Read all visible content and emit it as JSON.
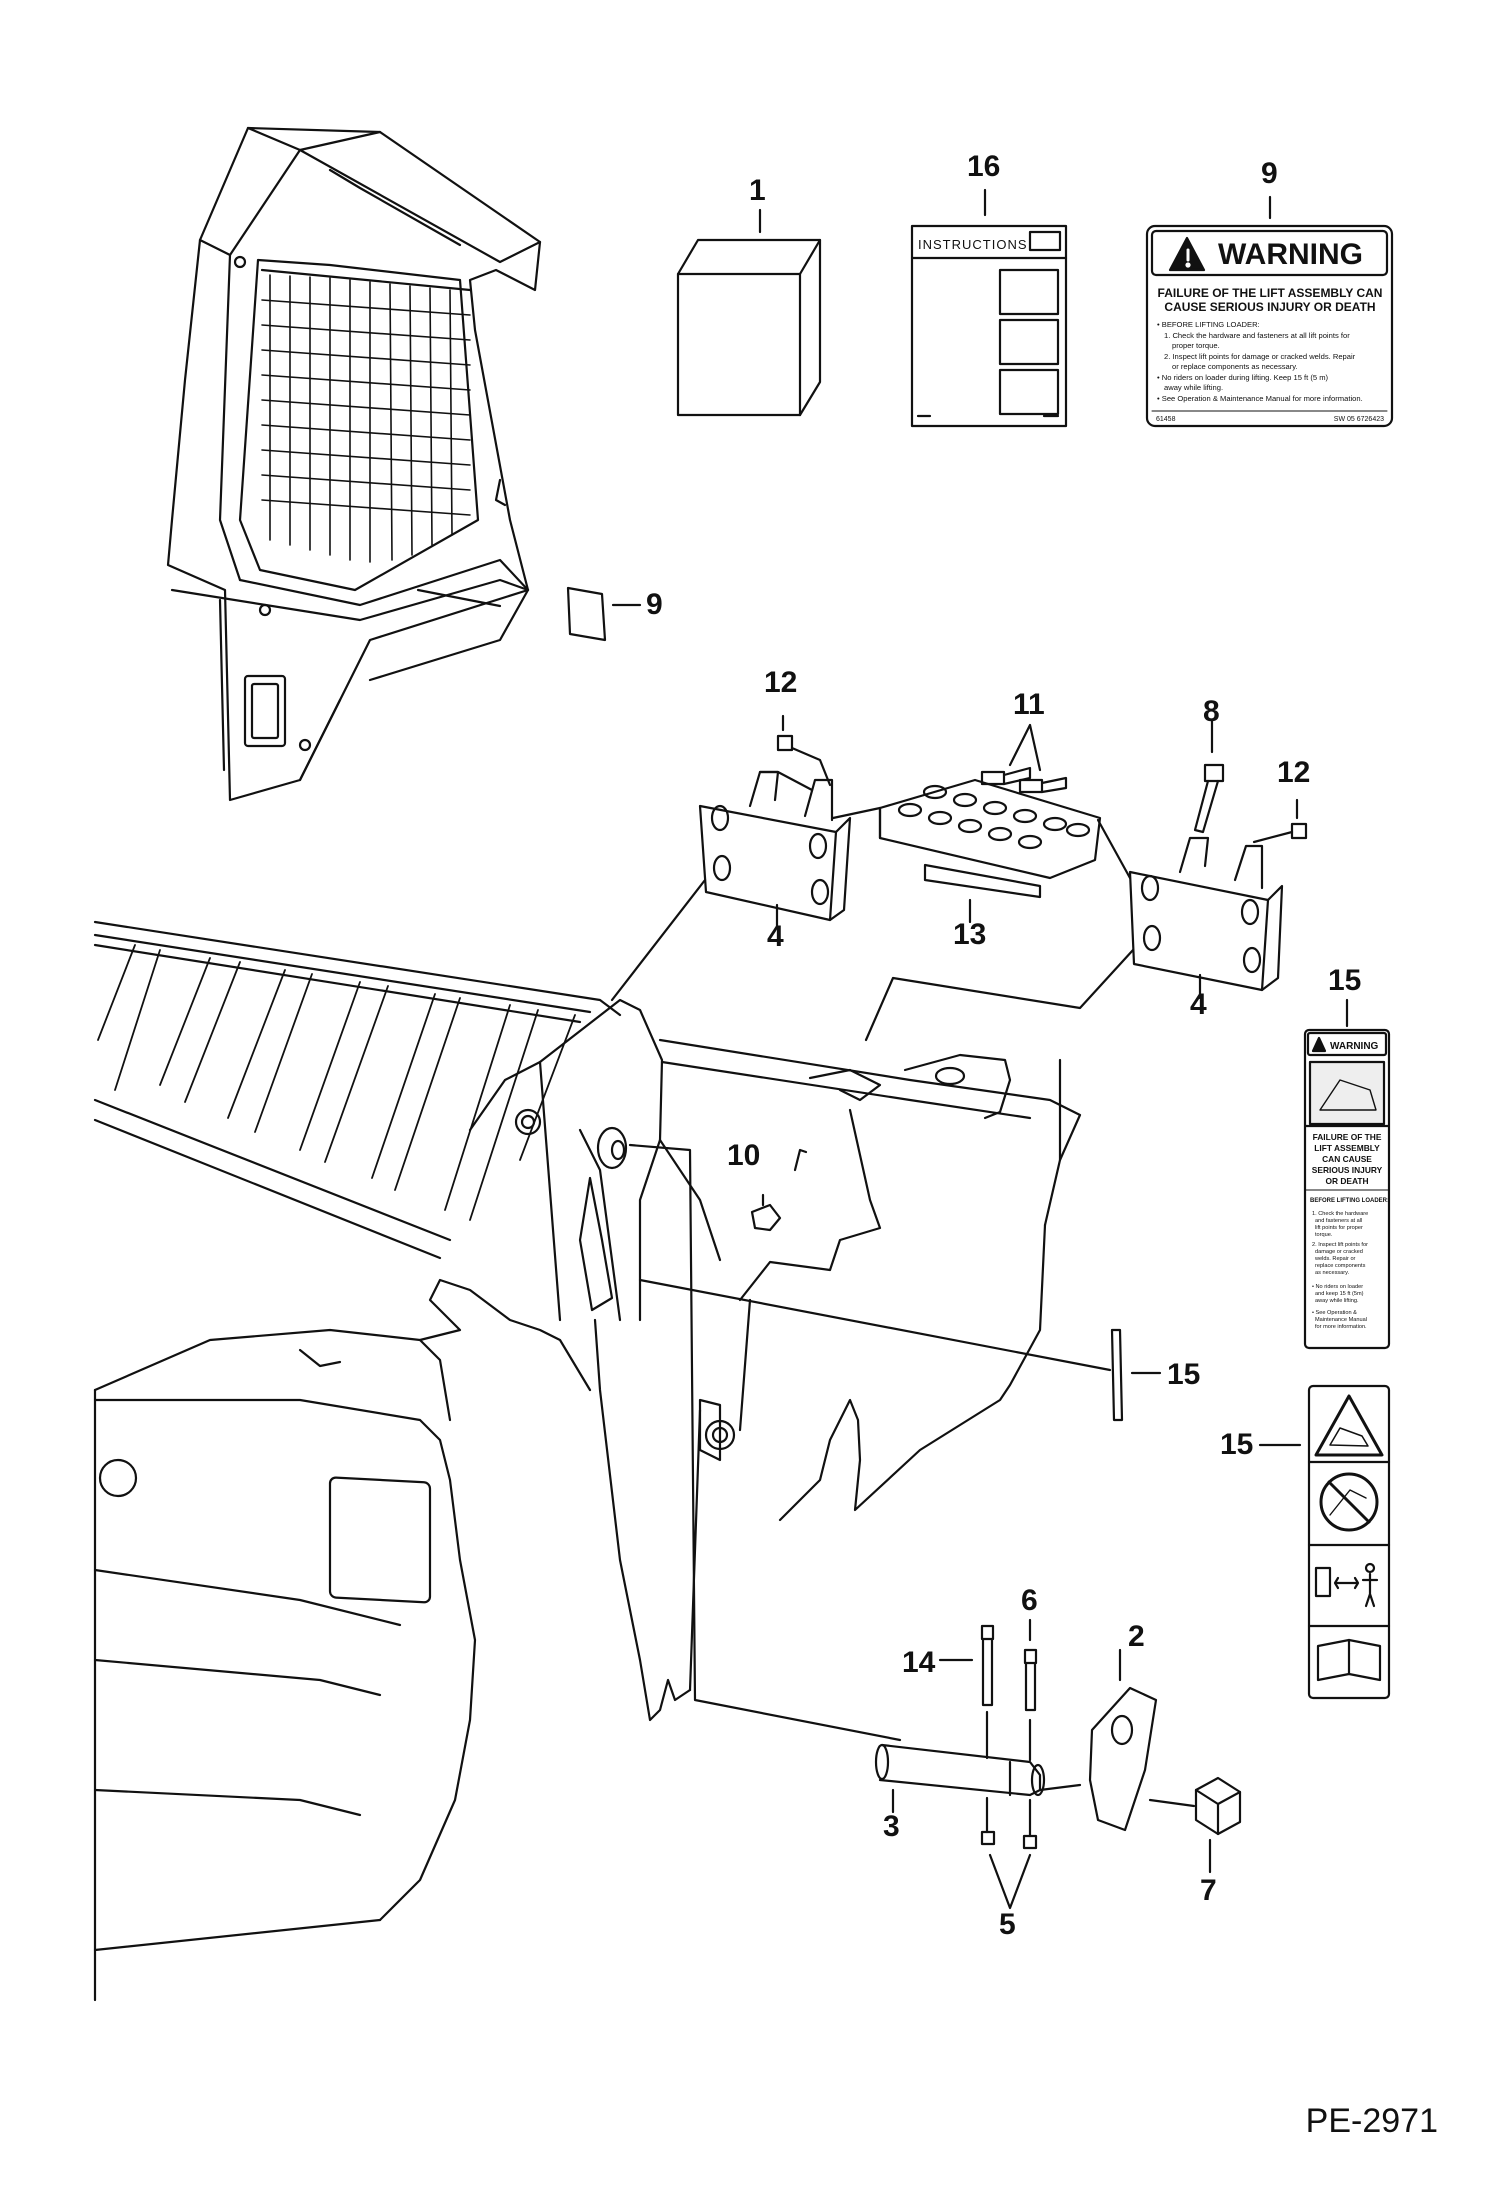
{
  "page_id": "PE-2971",
  "callouts": {
    "c1": "1",
    "c2": "2",
    "c3": "3",
    "c4a": "4",
    "c4b": "4",
    "c5": "5",
    "c6": "6",
    "c7": "7",
    "c8": "8",
    "c9a": "9",
    "c9b": "9",
    "c10": "10",
    "c11": "11",
    "c12a": "12",
    "c12b": "12",
    "c13": "13",
    "c14": "14",
    "c15a": "15",
    "c15b": "15",
    "c15c": "15",
    "c16": "16"
  },
  "instructions_decal": {
    "title": "INSTRUCTIONS"
  },
  "warning_decal": {
    "header": "WARNING",
    "headline_1": "FAILURE OF THE LIFT ASSEMBLY CAN",
    "headline_2": "CAUSE SERIOUS INJURY OR DEATH",
    "l1": "• BEFORE LIFTING LOADER:",
    "l2": "1. Check the hardware and fasteners at all lift points for",
    "l3": "proper torque.",
    "l4": "2. Inspect lift points for damage or cracked welds. Repair",
    "l5": "or replace components as necessary.",
    "l6": "• No riders on loader during lifting. Keep 15 ft (5 m)",
    "l7": "away while lifting.",
    "l8": "• See Operation & Maintenance Manual for  more information.",
    "code_left": "61458",
    "code_right": "SW 05  6726423"
  },
  "tall_decal": {
    "header": "WARNING",
    "t1": "FAILURE OF THE",
    "t2": "LIFT ASSEMBLY",
    "t3": "CAN CAUSE",
    "t4": "SERIOUS INJURY",
    "t5": "OR DEATH",
    "sub": "BEFORE LIFTING LOADER:",
    "s1": "1. Check the hardware",
    "s2": "and fasteners at all",
    "s3": "lift points for proper",
    "s4": "torque.",
    "s5": "2. Inspect lift points for",
    "s6": "damage or cracked",
    "s7": "welds. Repair or",
    "s8": "replace components",
    "s9": "as necessary.",
    "s10": "• No riders on loader",
    "s11": "and keep 15 ft (5m)",
    "s12": "away while lifting.",
    "s13": "• See Operation &",
    "s14": "Maintenance Manual",
    "s15": "for more information."
  }
}
